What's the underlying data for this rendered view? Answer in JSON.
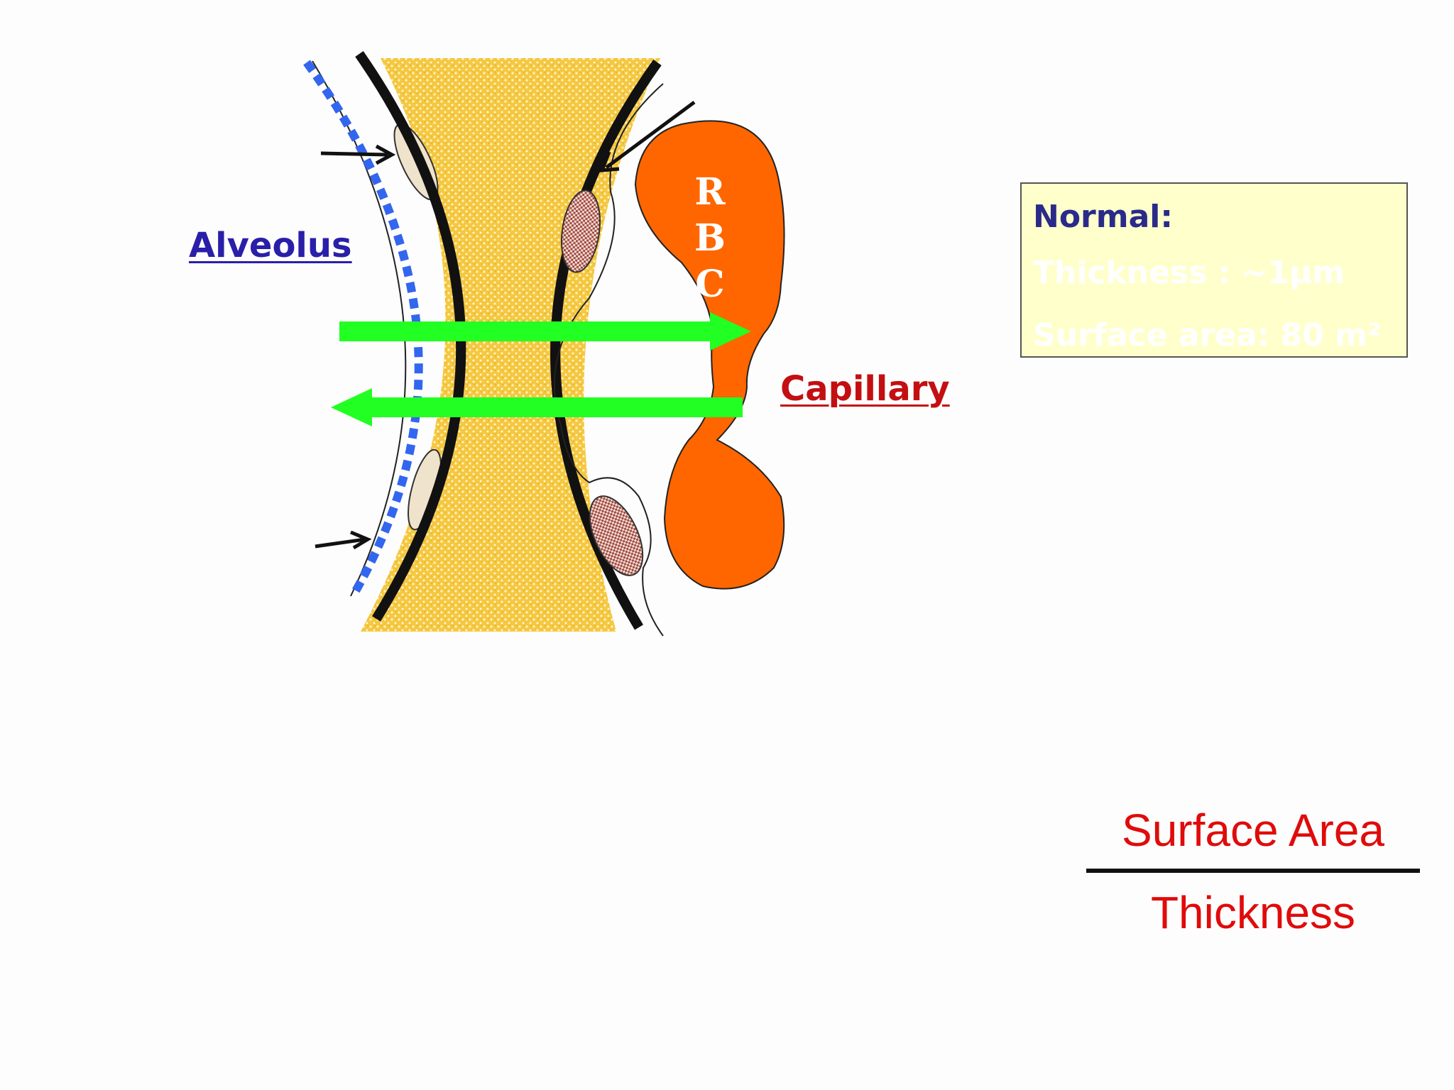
{
  "labels": {
    "alveolus": "Alveolus",
    "capillary": "Capillary",
    "rbc": [
      "R",
      "B",
      "C"
    ]
  },
  "info_box": {
    "title": "Normal:",
    "lines": [
      "Thickness : ~1µm",
      "Surface area: 80 m²"
    ]
  },
  "formula": {
    "numerator": "Surface Area",
    "denominator": "Thickness"
  },
  "colors": {
    "alveolus_label": "#2a1fa8",
    "capillary_label": "#c40f12",
    "rbc_fill": "#ff6600",
    "interstitium_fill": "#f5c842",
    "arrow_green": "#22ff22",
    "surfactant_blue": "#3366ee",
    "nucleus_fill": "#a04a40",
    "formula_text": "#e00b0b",
    "info_box_bg": "#ffffcc"
  }
}
